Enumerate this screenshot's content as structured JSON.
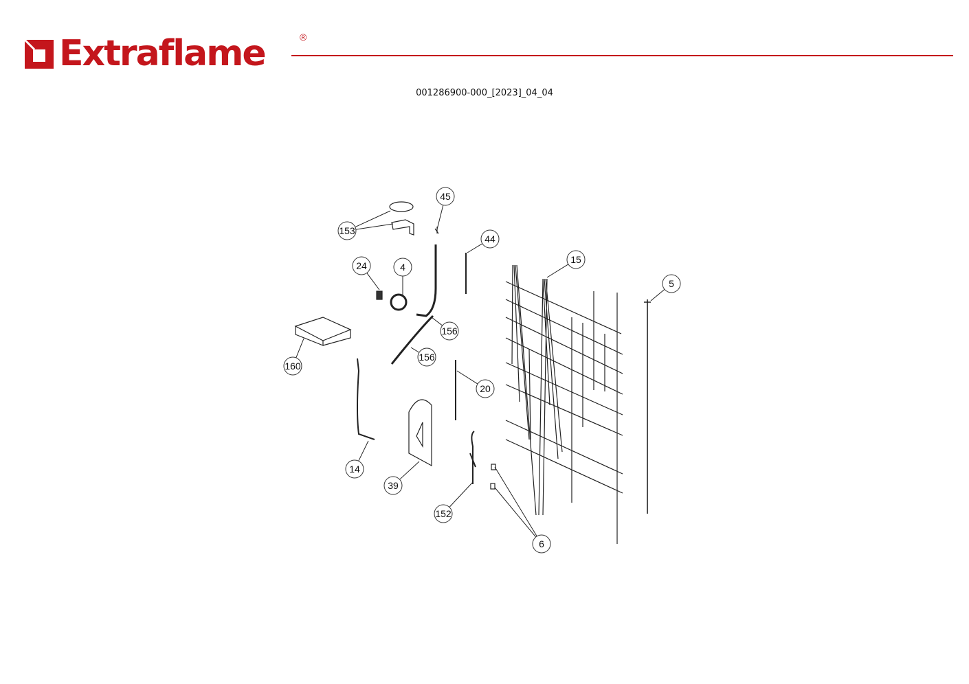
{
  "header": {
    "brand": "Extraflame",
    "registered_mark": "®",
    "brand_color": "#c4161c",
    "document_code": "001286900-000_[2023]_04_04"
  },
  "diagram": {
    "callouts": [
      "45",
      "153",
      "44",
      "15",
      "5",
      "24",
      "4",
      "156",
      "156",
      "160",
      "20",
      "14",
      "39",
      "152",
      "6"
    ]
  }
}
